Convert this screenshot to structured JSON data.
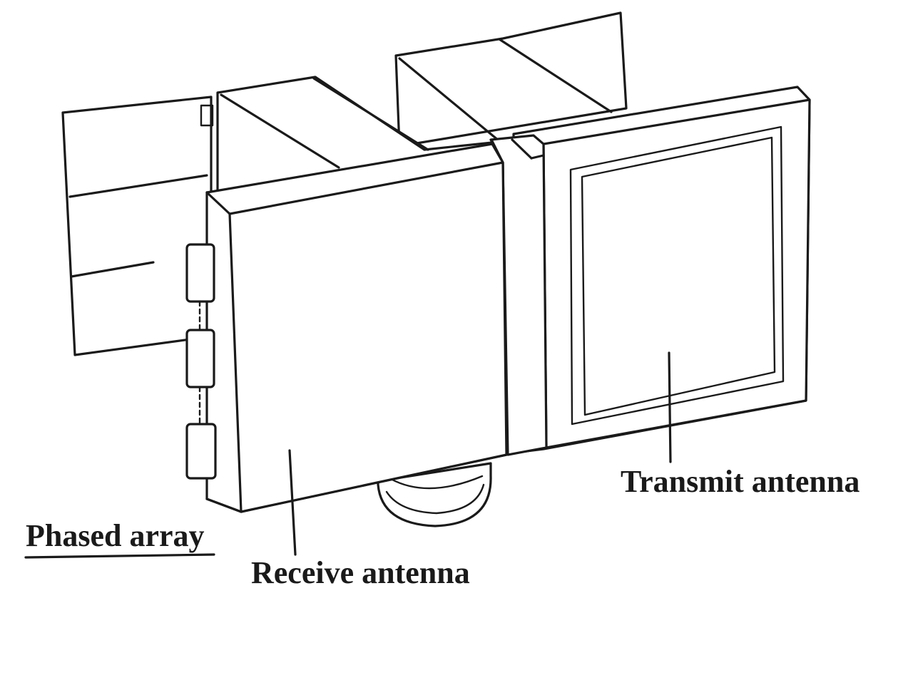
{
  "labels": {
    "phased_array": "Phased array",
    "receive_antenna": "Receive antenna",
    "transmit_antenna": "Transmit antenna"
  },
  "colors": {
    "ink": "#1a1a1a",
    "background": "#ffffff"
  }
}
